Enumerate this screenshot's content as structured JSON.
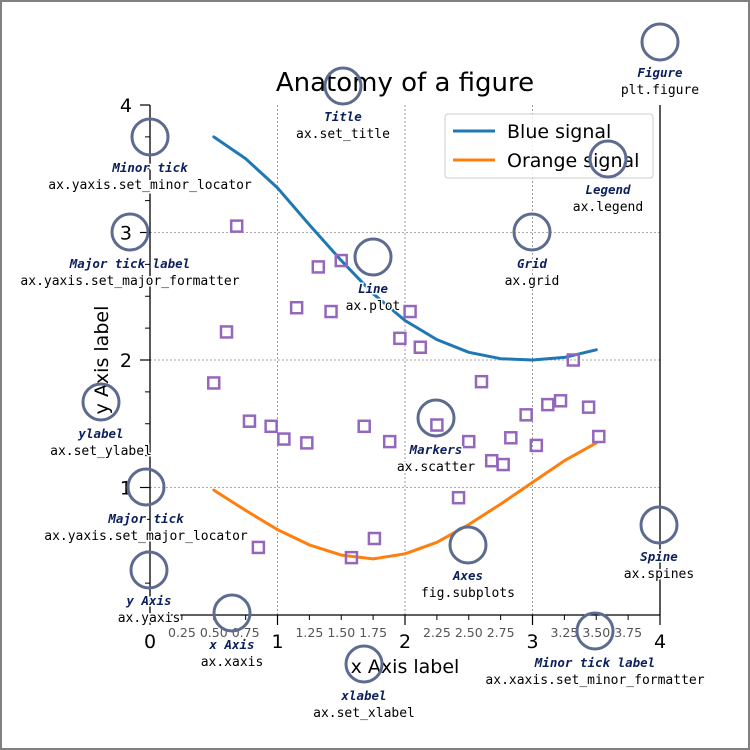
{
  "chart_data": {
    "type": "line",
    "title": "Anatomy of a figure",
    "xlabel": "x Axis label",
    "ylabel": "y Axis label",
    "xlim": [
      0,
      4
    ],
    "ylim": [
      0,
      4
    ],
    "grid": true,
    "legend_position": "top-right",
    "x_major_ticks": [
      0,
      1,
      2,
      3,
      4
    ],
    "x_major_tick_labels": [
      "0",
      "1",
      "2",
      "3",
      "4"
    ],
    "x_minor_ticks": [
      0.25,
      0.5,
      0.75,
      1.25,
      1.5,
      1.75,
      2.25,
      2.5,
      2.75,
      3.25,
      3.5,
      3.75
    ],
    "x_minor_tick_labels": [
      "0.25",
      "0.50",
      "0.75",
      "1.25",
      "1.50",
      "1.75",
      "2.25",
      "2.50",
      "2.75",
      "3.25",
      "3.50",
      "3.75"
    ],
    "y_major_ticks": [
      1,
      2,
      3,
      4
    ],
    "y_major_tick_labels": [
      "1",
      "2",
      "3",
      "4"
    ],
    "y_minor_ticks": [
      0.25,
      0.5,
      0.75,
      1.25,
      1.5,
      1.75,
      2.25,
      2.5,
      2.75,
      3.25,
      3.5,
      3.75
    ],
    "series": [
      {
        "name": "Blue signal",
        "kind": "line",
        "color": "#1f77b4",
        "x": [
          0.5,
          0.75,
          1.0,
          1.25,
          1.5,
          1.75,
          2.0,
          2.25,
          2.5,
          2.75,
          3.0,
          3.25,
          3.5
        ],
        "y": [
          3.75,
          3.58,
          3.35,
          3.06,
          2.78,
          2.52,
          2.31,
          2.16,
          2.06,
          2.01,
          2.0,
          2.02,
          2.08
        ]
      },
      {
        "name": "Orange signal",
        "kind": "line",
        "color": "#ff7f0e",
        "x": [
          0.5,
          0.75,
          1.0,
          1.25,
          1.5,
          1.75,
          2.0,
          2.25,
          2.5,
          2.75,
          3.0,
          3.25,
          3.5
        ],
        "y": [
          0.98,
          0.82,
          0.67,
          0.55,
          0.47,
          0.44,
          0.48,
          0.57,
          0.71,
          0.87,
          1.04,
          1.21,
          1.35
        ]
      },
      {
        "name": "",
        "kind": "scatter",
        "color": "#9467bd",
        "points": [
          [
            0.68,
            3.05
          ],
          [
            0.6,
            2.22
          ],
          [
            0.5,
            1.82
          ],
          [
            0.78,
            1.52
          ],
          [
            0.95,
            1.48
          ],
          [
            1.05,
            1.38
          ],
          [
            1.15,
            2.41
          ],
          [
            1.23,
            1.35
          ],
          [
            1.32,
            2.73
          ],
          [
            1.42,
            2.38
          ],
          [
            1.5,
            2.78
          ],
          [
            1.58,
            0.45
          ],
          [
            1.68,
            1.48
          ],
          [
            1.76,
            0.6
          ],
          [
            1.88,
            1.36
          ],
          [
            1.96,
            2.17
          ],
          [
            2.04,
            2.38
          ],
          [
            2.12,
            2.1
          ],
          [
            2.25,
            1.49
          ],
          [
            2.42,
            0.92
          ],
          [
            2.5,
            1.36
          ],
          [
            2.6,
            1.83
          ],
          [
            2.68,
            1.21
          ],
          [
            2.77,
            1.18
          ],
          [
            2.83,
            1.39
          ],
          [
            2.95,
            1.57
          ],
          [
            3.03,
            1.33
          ],
          [
            3.12,
            1.65
          ],
          [
            3.22,
            1.68
          ],
          [
            3.32,
            2.0
          ],
          [
            3.44,
            1.63
          ],
          [
            3.52,
            1.4
          ],
          [
            0.85,
            0.53
          ]
        ]
      }
    ],
    "annotations": [
      {
        "title": "Figure",
        "code": "plt.figure"
      },
      {
        "title": "Title",
        "code": "ax.set_title"
      },
      {
        "title": "Minor tick",
        "code": "ax.yaxis.set_minor_locator"
      },
      {
        "title": "Legend",
        "code": "ax.legend"
      },
      {
        "title": "Major tick label",
        "code": "ax.yaxis.set_major_formatter"
      },
      {
        "title": "Grid",
        "code": "ax.grid"
      },
      {
        "title": "Line",
        "code": "ax.plot"
      },
      {
        "title": "ylabel",
        "code": "ax.set_ylabel"
      },
      {
        "title": "Markers",
        "code": "ax.scatter"
      },
      {
        "title": "Major tick",
        "code": "ax.yaxis.set_major_locator"
      },
      {
        "title": "Spine",
        "code": "ax.spines"
      },
      {
        "title": "Axes",
        "code": "fig.subplots"
      },
      {
        "title": "y Axis",
        "code": "ax.yaxis"
      },
      {
        "title": "x Axis",
        "code": "ax.xaxis"
      },
      {
        "title": "Minor tick label",
        "code": "ax.xaxis.set_minor_formatter"
      },
      {
        "title": "xlabel",
        "code": "ax.set_xlabel"
      }
    ]
  }
}
